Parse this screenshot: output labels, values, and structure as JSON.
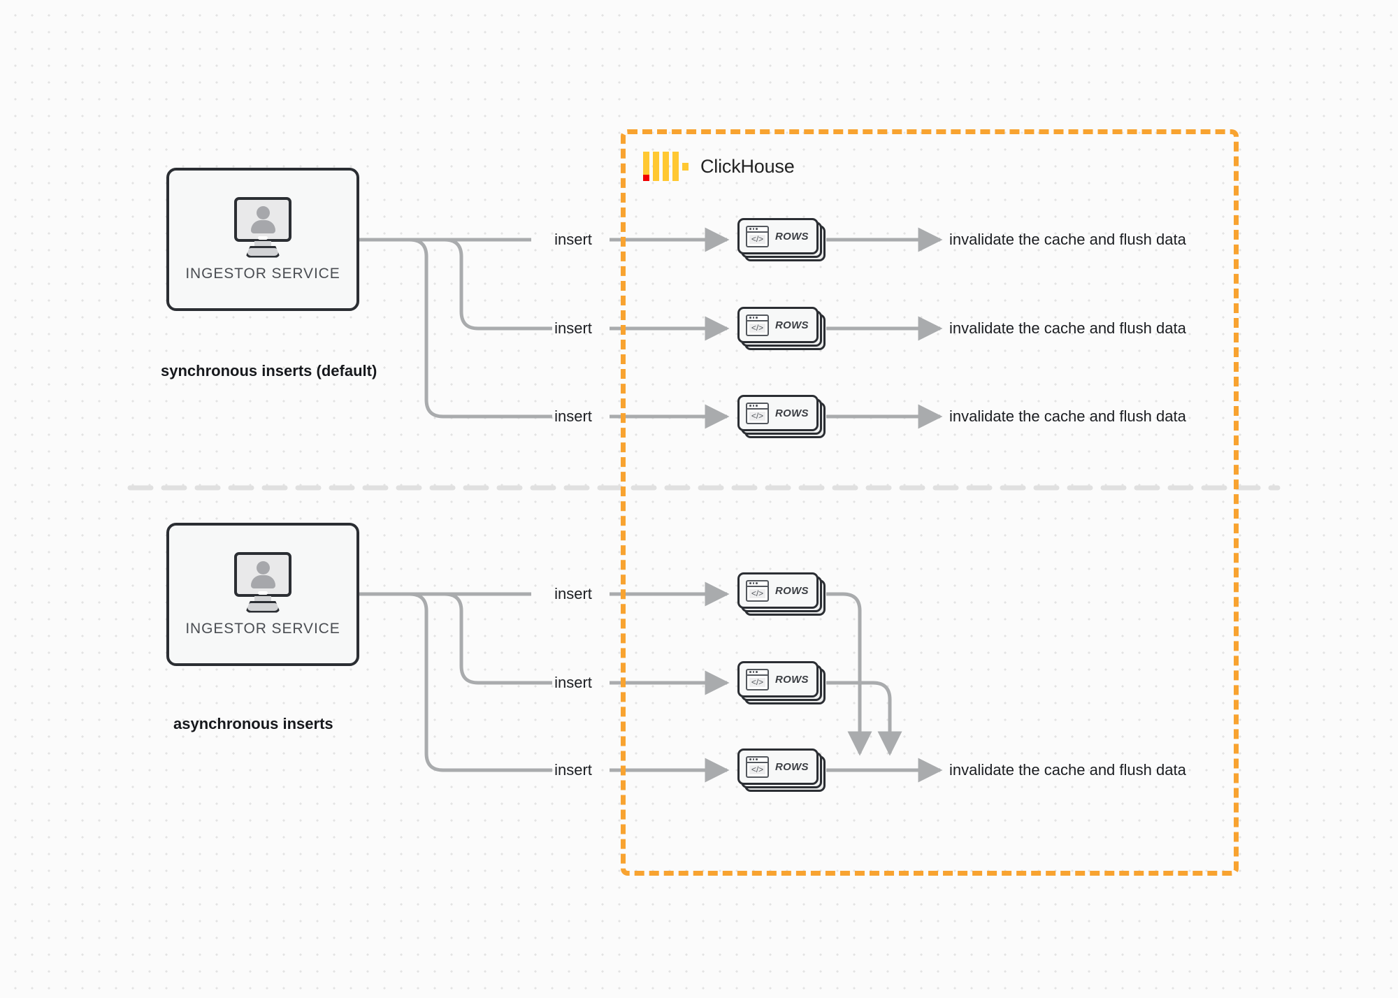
{
  "diagram": {
    "title": "ClickHouse synchronous vs asynchronous inserts",
    "colors": {
      "boundary": "#f8a330",
      "logo_yellow": "#ffc832",
      "logo_red": "#f00000",
      "connector": "#a9abad",
      "node_border": "#2b2e33",
      "node_fill": "#f7f8f8",
      "background": "#fbfbfb",
      "grid_dot": "#e3e3e3"
    }
  },
  "clickhouse": {
    "name": "ClickHouse",
    "logo_icon": "clickhouse-logo-icon"
  },
  "sections": [
    {
      "id": "synchronous",
      "caption": "synchronous inserts (default)",
      "ingestor": {
        "label": "INGESTOR SERVICE",
        "icon": "monitor-user-icon"
      },
      "branches": [
        {
          "insert_label": "insert",
          "card_label": "ROWS",
          "card_icon": "code-window-icon",
          "output_label": "invalidate the cache and flush data"
        },
        {
          "insert_label": "insert",
          "card_label": "ROWS",
          "card_icon": "code-window-icon",
          "output_label": "invalidate the cache and flush data"
        },
        {
          "insert_label": "insert",
          "card_label": "ROWS",
          "card_icon": "code-window-icon",
          "output_label": "invalidate the cache and flush data"
        }
      ]
    },
    {
      "id": "asynchronous",
      "caption": "asynchronous inserts",
      "ingestor": {
        "label": "INGESTOR SERVICE",
        "icon": "monitor-user-icon"
      },
      "branches": [
        {
          "insert_label": "insert",
          "card_label": "ROWS",
          "card_icon": "code-window-icon",
          "output_label": ""
        },
        {
          "insert_label": "insert",
          "card_label": "ROWS",
          "card_icon": "code-window-icon",
          "output_label": ""
        },
        {
          "insert_label": "insert",
          "card_label": "ROWS",
          "card_icon": "code-window-icon",
          "output_label": "invalidate the cache and flush data"
        }
      ],
      "merged_output_label": "invalidate the cache and flush data"
    }
  ]
}
